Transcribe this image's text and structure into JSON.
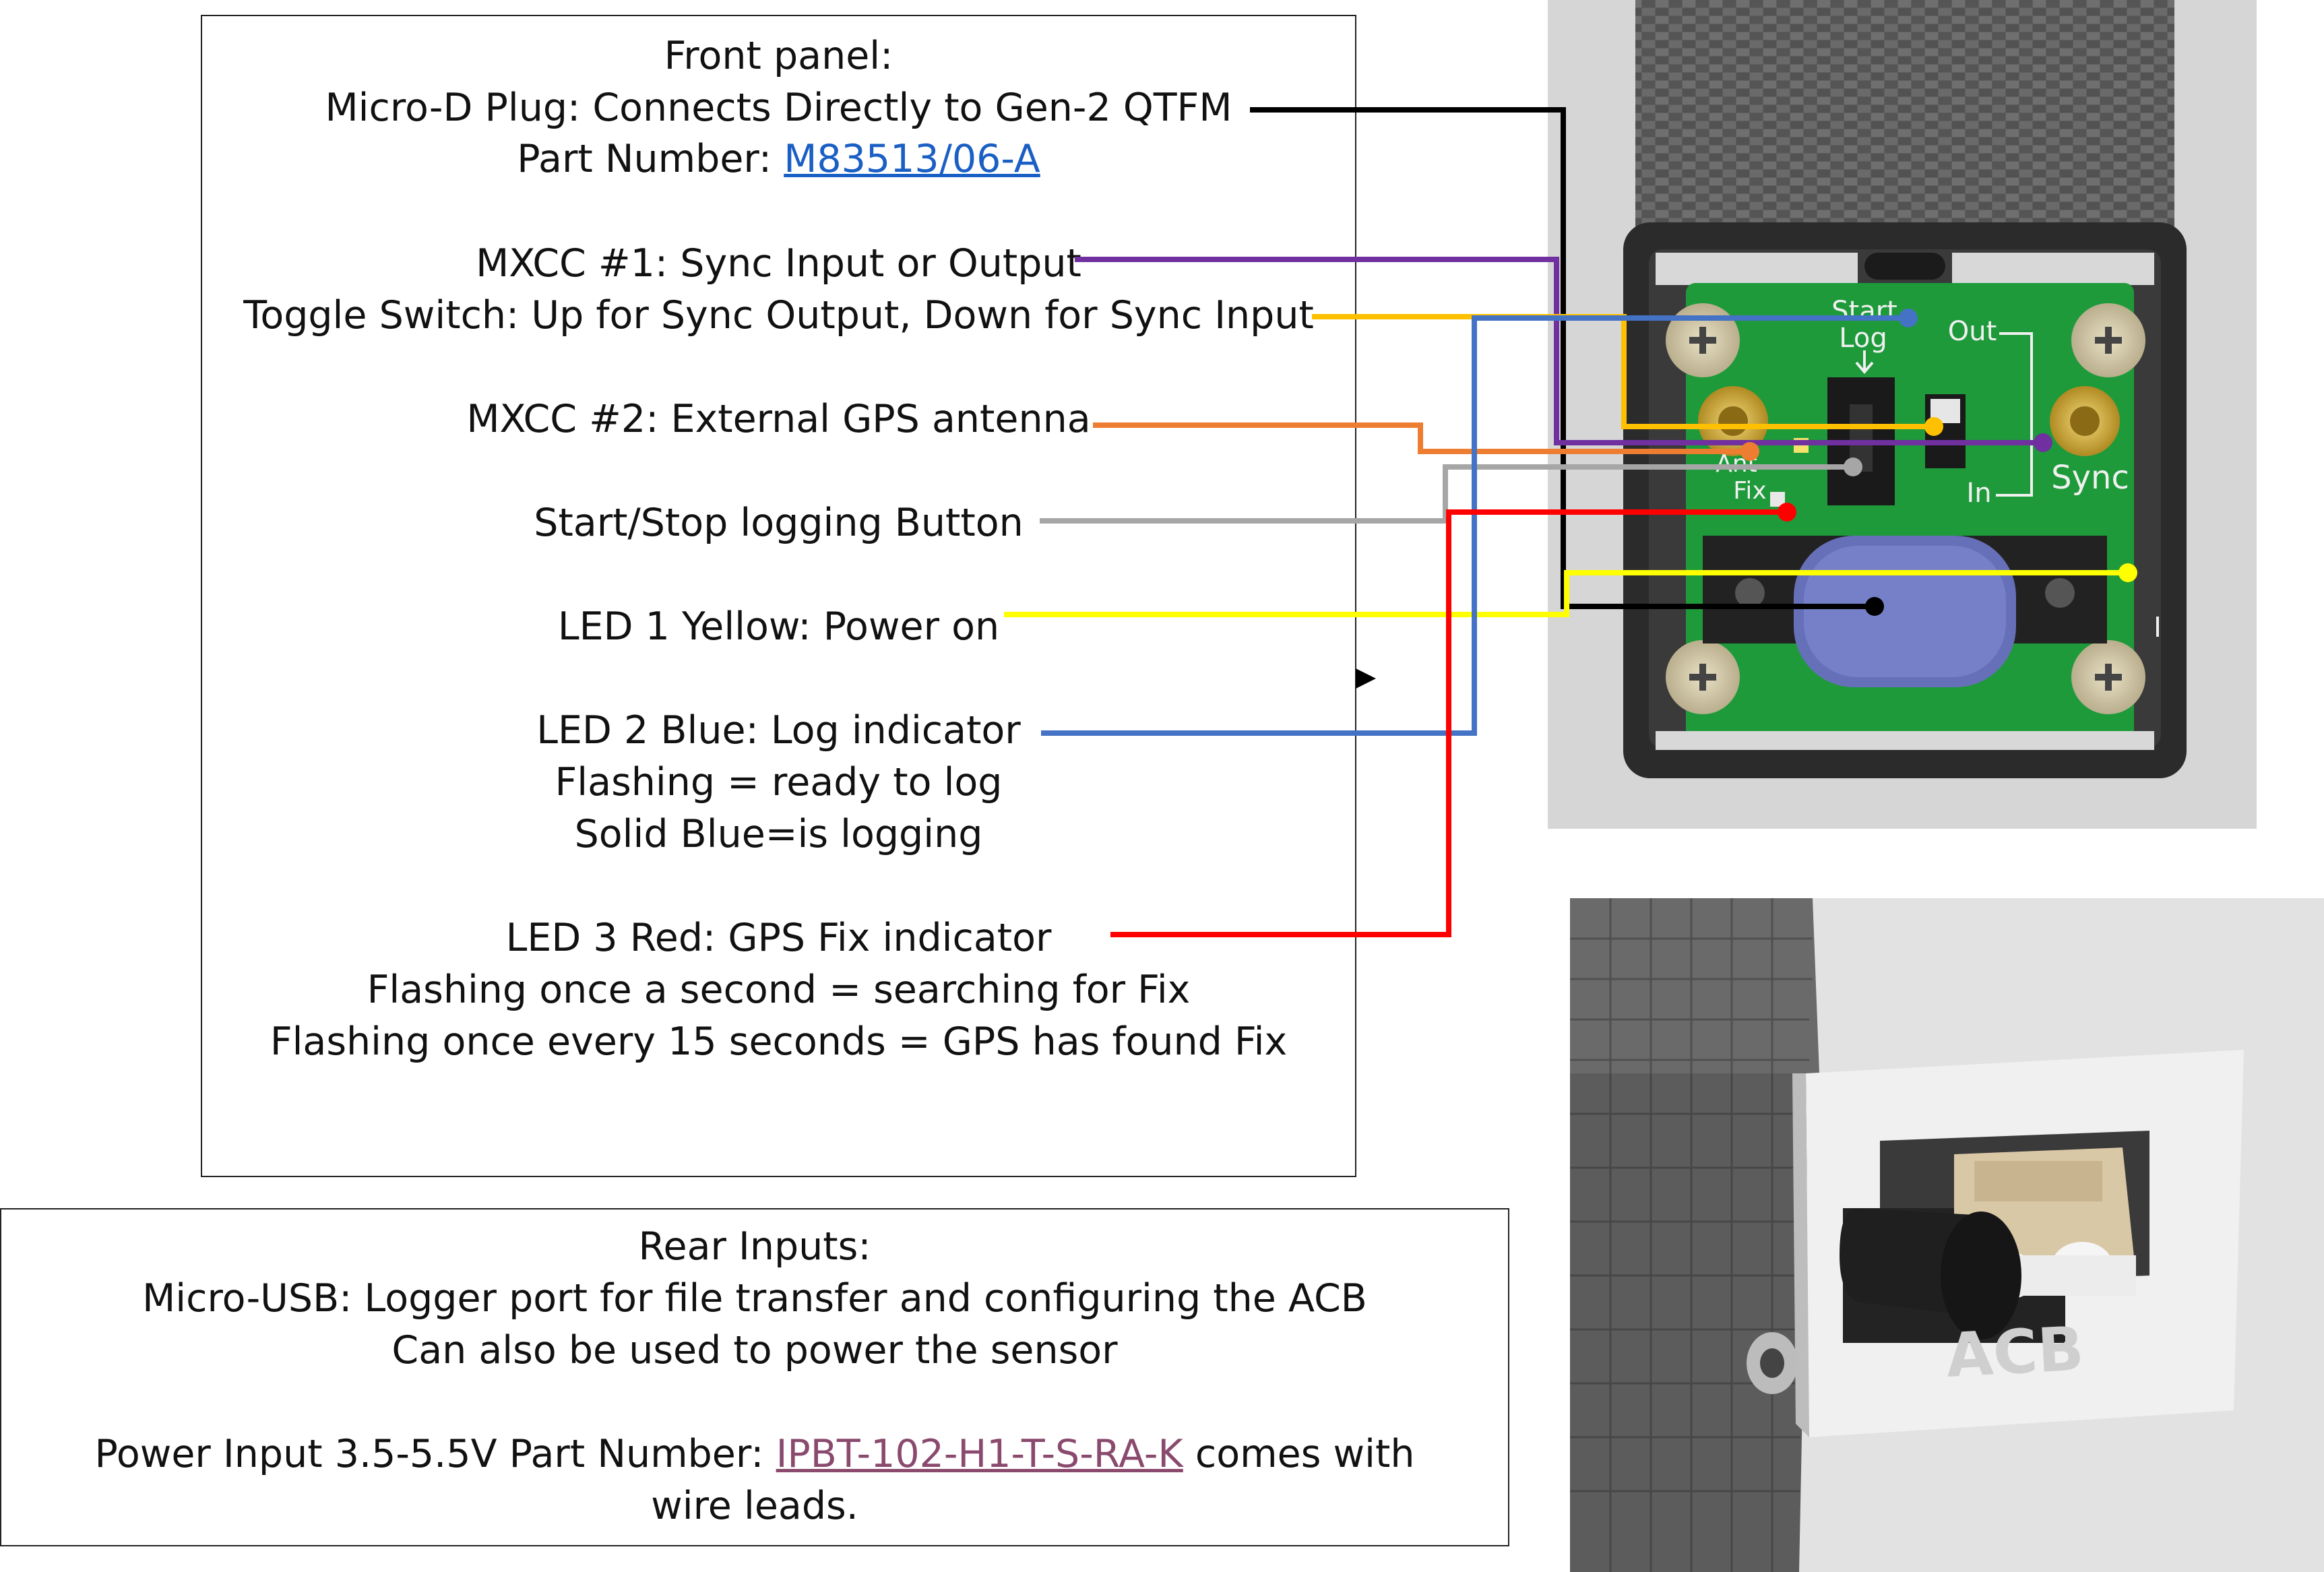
{
  "front_panel": {
    "title": "Front panel:",
    "micro_d": "Micro-D Plug: Connects Directly to Gen-2 QTFM",
    "part_prefix": "Part Number: ",
    "part_link": "M83513/06-A",
    "mxcc1": "MXCC #1: Sync Input or Output",
    "toggle": "Toggle Switch: Up for Sync Output, Down for Sync Input",
    "mxcc2": "MXCC #2: External GPS antenna",
    "button": "Start/Stop logging Button",
    "led1": "LED 1 Yellow: Power on",
    "led2": "LED 2 Blue: Log indicator",
    "led2_line2": "Flashing = ready to log",
    "led2_line3": "Solid Blue=is logging",
    "led3": "LED 3 Red: GPS Fix indicator",
    "led3_line2": "Flashing once a second = searching for Fix",
    "led3_line3": "Flashing once every 15 seconds = GPS has found Fix"
  },
  "rear_inputs": {
    "title": "Rear Inputs:",
    "usb": "Micro-USB: Logger port for file transfer and configuring the ACB",
    "usb_line2": "Can also be used to power the sensor",
    "power_prefix": "Power Input 3.5-5.5V Part Number: ",
    "power_link": "IPBT-102-H1-T-S-RA-K",
    "power_suffix": " comes with",
    "power_line2": "wire leads."
  },
  "pcb_labels": {
    "start": "Start",
    "log": "Log",
    "out": "Out",
    "in": "In",
    "sync": "Sync",
    "ant": "Ant",
    "fix": "Fix",
    "brand": "ACB"
  },
  "wire_colors": {
    "micro_d": "#000000",
    "mxcc1": "#7030a0",
    "toggle": "#ffc000",
    "mxcc2": "#ed7d31",
    "button": "#a6a6a6",
    "led1": "#ffff00",
    "led2": "#4472c4",
    "led3": "#ff0000"
  }
}
